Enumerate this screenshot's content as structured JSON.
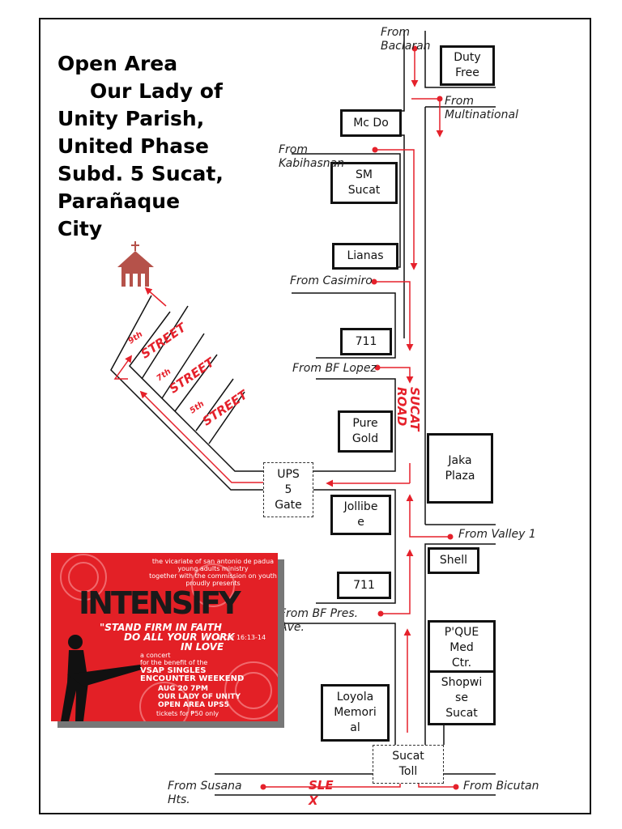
{
  "title": {
    "line1": "Open Area",
    "line2": "Our Lady of",
    "line3": "Unity Parish,",
    "line4": "United Phase",
    "line5": "Subd. 5 Sucat,",
    "line6": "Parañaque",
    "line7": "City"
  },
  "colors": {
    "route": "#e5212b",
    "road": "#111111",
    "church": "#b5524a",
    "poster_bg": "#e32026"
  },
  "landmarks": {
    "duty_free": "Duty\nFree",
    "mcdo": "Mc Do",
    "sm_sucat": "SM\nSucat",
    "lianas": "Lianas",
    "seven_eleven_1": "711",
    "pure_gold": "Pure\nGold",
    "ups5_gate": "UPS\n5\nGate",
    "jollibee": "Jollibe\ne",
    "jaka_plaza": "Jaka\nPlaza",
    "shell": "Shell",
    "seven_eleven_2": "711",
    "pque_med": "P'QUE\nMed\nCtr.",
    "shopwise": "Shopwi\nse\nSucat",
    "loyola": "Loyola\nMemori\nal",
    "sucat_toll": "Sucat\nToll"
  },
  "labels": {
    "from_baclaran": "From\nBaclaran",
    "from_multinational": "From\nMultinational",
    "from_kabihasnan": "From\nKabihasnan",
    "from_casimiro": "From Casimiro",
    "from_bf_lopez": "From BF Lopez",
    "from_valley1": "From Valley 1",
    "from_bf_pres": "From BF Pres.\nAve.",
    "from_susana": "From Susana\nHts.",
    "from_bicutan": "From Bicutan"
  },
  "roads": {
    "sucat_road": "SUCAT\nROAD",
    "street9": "STREET",
    "street9_num": "9th",
    "street7": "STREET",
    "street7_num": "7th",
    "street5": "STREET",
    "street5_num": "5th",
    "sle": "SLE",
    "x": "X"
  },
  "poster": {
    "header1": "the vicariate of san antonio de padua",
    "header2": "young adults ministry",
    "header3": "together with the commission on youth",
    "header4": "proudly presents",
    "title": "INTENSIFY",
    "tagline1": "\"STAND FIRM IN FAITH",
    "tagline2": "DO ALL YOUR WORK",
    "tagline3": "IN LOVE",
    "verse": "1 Cor 16:13-14",
    "concert1": "a concert",
    "concert2": "for the benefit of the",
    "event1": "VSAP SINGLES",
    "event2": "ENCOUNTER WEEKEND",
    "date": "AUG 20   7PM",
    "venue1": "OUR LADY OF UNITY",
    "venue2": "OPEN AREA UPS5",
    "tickets": "tickets for ₱50 only"
  }
}
